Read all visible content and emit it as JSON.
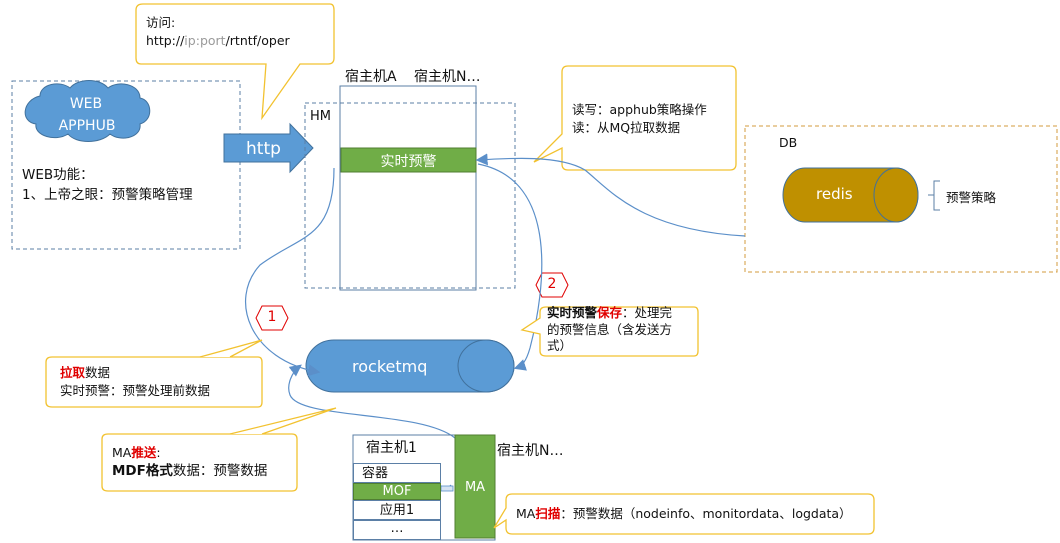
{
  "callout_url": {
    "line1": "访问:",
    "prefix": "http://",
    "ip": "ip",
    "colon": ":",
    "port": "port",
    "path": "/rtntf/oper"
  },
  "web_box": {
    "cloud_line1": "WEB",
    "cloud_line2": "APPHUB",
    "func_title": "WEB功能：",
    "func_item": "1、上帝之眼：预警策略管理"
  },
  "arrow_http": "http",
  "hosts_top": {
    "host_a": "宿主机A",
    "host_n": "宿主机N…",
    "hm": "HM",
    "realtime": "实时预警"
  },
  "callout_rw": {
    "line1": "读写：apphub策略操作",
    "line2": "读：从MQ拉取数据"
  },
  "db": {
    "label": "DB",
    "redis": "redis",
    "strategy": "预警策略"
  },
  "badge1": "1",
  "badge2": "2",
  "mq": "rocketmq",
  "callout_pull": {
    "red": "拉取",
    "rest": "数据",
    "line2": "实时预警：预警处理前数据"
  },
  "callout_save": {
    "bold": "实时预警",
    "red": "保存",
    "rest": "：处理完",
    "line2": "的预警信息（含发送方",
    "line3": "式）"
  },
  "callout_push": {
    "prefix": "MA",
    "red": "推送",
    "colon": ":",
    "line2_bold": "MDF格式",
    "line2_rest": "数据：预警数据"
  },
  "hosts_bottom": {
    "host1": "宿主机1",
    "host_n": "宿主机N…",
    "container": "容器",
    "mof": "MOF",
    "app1": "应用1",
    "dots": "…",
    "ma": "MA"
  },
  "callout_scan": {
    "prefix": "MA",
    "red": "扫描",
    "rest": "：预警数据（nodeinfo、monitordata、logdata）"
  }
}
